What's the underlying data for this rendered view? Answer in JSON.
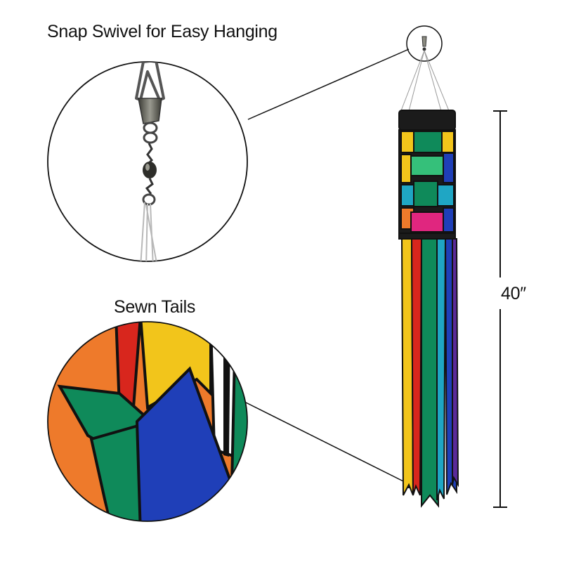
{
  "labels": {
    "snap_swivel": "Snap Swivel for Easy Hanging",
    "sewn_tails": "Sewn Tails",
    "length": "40″"
  },
  "colors": {
    "background": "#ffffff",
    "outline": "#111111",
    "black_band": "#1b1b1b",
    "yellow": "#f2c51b",
    "orange": "#ee7a2b",
    "red": "#d8261d",
    "green": "#0f8a5a",
    "light_green": "#35c07a",
    "teal": "#1fa6c4",
    "blue": "#1f3fb8",
    "magenta": "#e0267f",
    "purple": "#5a2a9a",
    "metal": "#6a6a62"
  },
  "icons": [
    "snap-swivel-icon",
    "sewn-tails-icon",
    "windsock-icon",
    "hook-icon"
  ]
}
